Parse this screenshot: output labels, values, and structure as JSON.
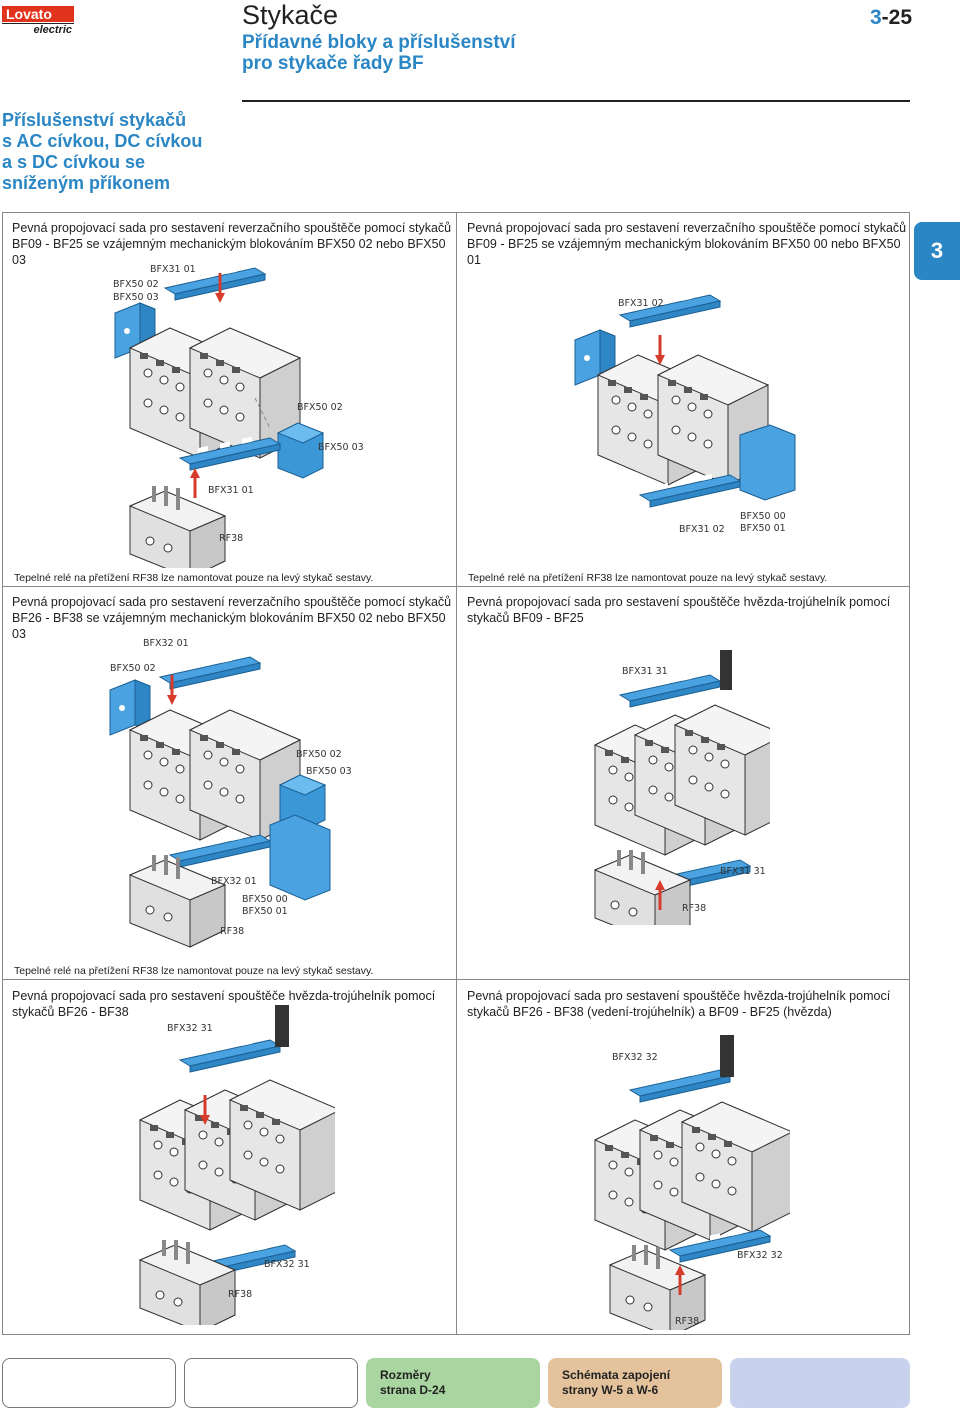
{
  "header": {
    "logo_text": "Lovato",
    "logo_sub": "electric",
    "title": "Stykače",
    "subtitle_line1": "Přídavné bloky a příslušenství",
    "subtitle_line2": "pro stykače řady BF",
    "page_prefix": "3",
    "page_suffix": "-25",
    "side_tab": "3"
  },
  "section": {
    "line1": "Příslušenství stykačů",
    "line2": "s AC cívkou, DC cívkou",
    "line3": "a s DC cívkou se",
    "line4": "sníženým příkonem"
  },
  "panels": [
    {
      "desc1": "Pevná propojovací sada pro sestavení reverzačního spouštěče pomocí stykačů",
      "desc2": "BF09 - BF25 se vzájemným mechanickým blokováním BFX50 02 nebo BFX50 03",
      "labels": [
        "BFX31 01",
        "BFX50 02",
        "BFX50 03",
        "BFX50 02",
        "BFX50 03",
        "BFX31 01",
        "RF38"
      ],
      "note": "Tepelné relé na přetížení RF38 lze namontovat pouze na levý stykač sestavy."
    },
    {
      "desc1": "Pevná propojovací sada pro sestavení reverzačního spouštěče pomocí stykačů",
      "desc2": "BF09 - BF25 se vzájemným mechanickým blokováním BFX50 00 nebo BFX50 01",
      "labels": [
        "BFX31 02",
        "BFX50 00",
        "BFX50 01",
        "BFX31 02"
      ],
      "note": "Tepelné relé na přetížení RF38 lze namontovat pouze na levý stykač sestavy."
    },
    {
      "desc1": "Pevná propojovací sada pro sestavení reverzačního spouštěče pomocí stykačů",
      "desc2": "BF26 - BF38 se vzájemným mechanickým blokováním BFX50 02 nebo BFX50 03",
      "labels": [
        "BFX32 01",
        "BFX50 02",
        "BFX50 02",
        "BFX50 03",
        "BFX32 01",
        "BFX50 00",
        "BFX50 01",
        "RF38"
      ],
      "note": "Tepelné relé na přetížení RF38 lze namontovat pouze na levý stykač sestavy."
    },
    {
      "desc1": "Pevná propojovací sada pro sestavení spouštěče hvězda-trojúhelník pomocí",
      "desc2": "stykačů BF09 - BF25",
      "labels": [
        "BFX31 31",
        "BFX31 31",
        "RF38"
      ]
    },
    {
      "desc1": "Pevná propojovací sada pro sestavení spouštěče hvězda-trojúhelník pomocí",
      "desc2": "stykačů BF26 - BF38",
      "labels": [
        "BFX32 31",
        "BFX32 31",
        "RF38"
      ]
    },
    {
      "desc1": "Pevná propojovací sada pro sestavení spouštěče hvězda-trojúhelník pomocí",
      "desc2": "stykačů BF26 - BF38 (vedení-trojúhelník) a BF09 - BF25 (hvězda)",
      "labels": [
        "BFX32 32",
        "BFX32 32",
        "RF38"
      ]
    }
  ],
  "footer": {
    "link1_line1": "Rozměry",
    "link1_line2": "strana D-24",
    "link2_line1": "Schémata zapojení",
    "link2_line2": "strany W-5 a W-6",
    "colors": {
      "link1": "#a8d5a0",
      "link2": "#e4c39c",
      "link3": "#c9d2ec",
      "accent": "#2a86c5",
      "part": "#4aa3e0",
      "body": "#d8d8d8"
    }
  }
}
